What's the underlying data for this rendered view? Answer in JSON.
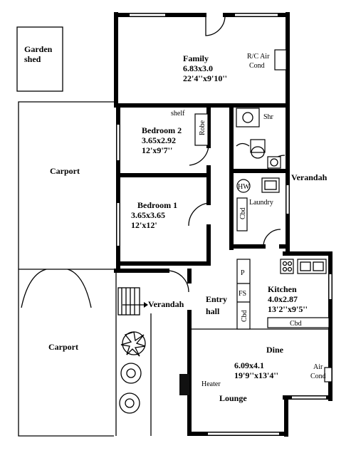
{
  "rooms": {
    "garden_shed": {
      "line1": "Garden",
      "line2": "shed"
    },
    "family": {
      "name": "Family",
      "metric": "6.83x3.0",
      "imperial": "22'4''x9'10''"
    },
    "rc_air": {
      "line1": "R/C Air",
      "line2": "Cond"
    },
    "shelf": "shelf",
    "robe": "Robe",
    "shr": "Shr",
    "bedroom2": {
      "name": "Bedroom 2",
      "metric": "3.65x2.92",
      "imperial": "12'x9'7''"
    },
    "bedroom1": {
      "name": "Bedroom 1",
      "metric": "3.65x3.65",
      "imperial": "12'x12'"
    },
    "carport_top": "Carport",
    "carport_bottom": "Carport",
    "verandah_right": "Verandah",
    "verandah_left": "Verandah",
    "hw": "HW",
    "laundry": "Laundry",
    "cbd_laundry": "Cbd",
    "p": "P",
    "fs": "FS",
    "cbd_kitchen_vertical": "Cbd",
    "cbd_kitchen_bottom": "Cbd",
    "kitchen": {
      "name": "Kitchen",
      "metric": "4.0x2.87",
      "imperial": "13'2''x9'5''"
    },
    "entry": {
      "line1": "Entry",
      "line2": "hall"
    },
    "dine": "Dine",
    "living": {
      "metric": "6.09x4.1",
      "imperial": "19'9''x13'4''"
    },
    "air_cond": {
      "line1": "Air",
      "line2": "Cond"
    },
    "heater": "Heater",
    "lounge": "Lounge"
  }
}
